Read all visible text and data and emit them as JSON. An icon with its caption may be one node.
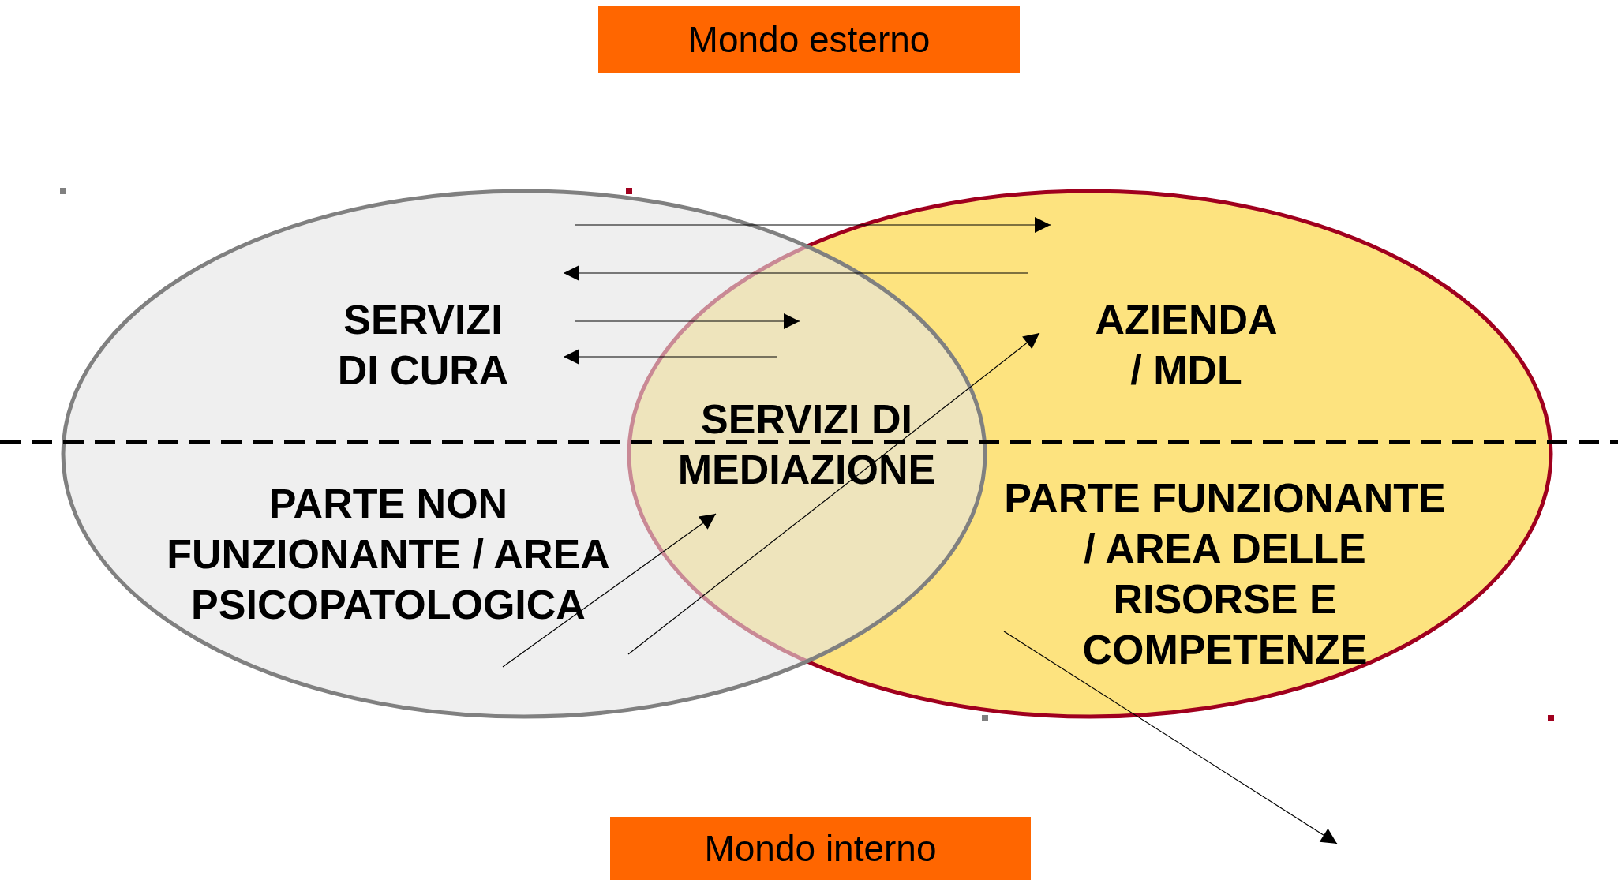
{
  "diagram": {
    "nodes": [
      {
        "text": [
          "Mondo esterno"
        ]
      },
      {
        "text": [],
        "shape": "ellipse"
      },
      {
        "text": [],
        "shape": "ellipse"
      },
      {
        "text": [
          "SERVIZI DI CURA"
        ],
        "in": 1
      },
      {
        "text": [
          "AZIENDA / MDL"
        ],
        "in": 2
      },
      {
        "text": [
          "SERVIZI DI MEDIAZIONE"
        ]
      },
      {
        "text": [
          "PARTE NON FUNZIONANTE / AREA PSICOPATOLOGICA"
        ],
        "in": 1
      },
      {
        "text": [
          "PARTE FUNZIONANTE / AREA DELLE RISORSE E COMPETENZE"
        ],
        "in": 2
      },
      {
        "text": [
          "Mondo interno"
        ]
      }
    ],
    "edges": [
      {
        "from": 3,
        "to": 4,
        "arrow": "to"
      },
      {
        "from": 4,
        "to": 3,
        "arrow": "to"
      },
      {
        "from": 3,
        "to": 5,
        "arrow": "to"
      },
      {
        "from": 5,
        "to": 3,
        "arrow": "to"
      },
      {
        "from": 6,
        "to": 5,
        "arrow": "to"
      },
      {
        "from": 6,
        "to": 4,
        "arrow": "to"
      },
      {
        "from": 7,
        "to": null,
        "arrow": "to"
      }
    ]
  }
}
